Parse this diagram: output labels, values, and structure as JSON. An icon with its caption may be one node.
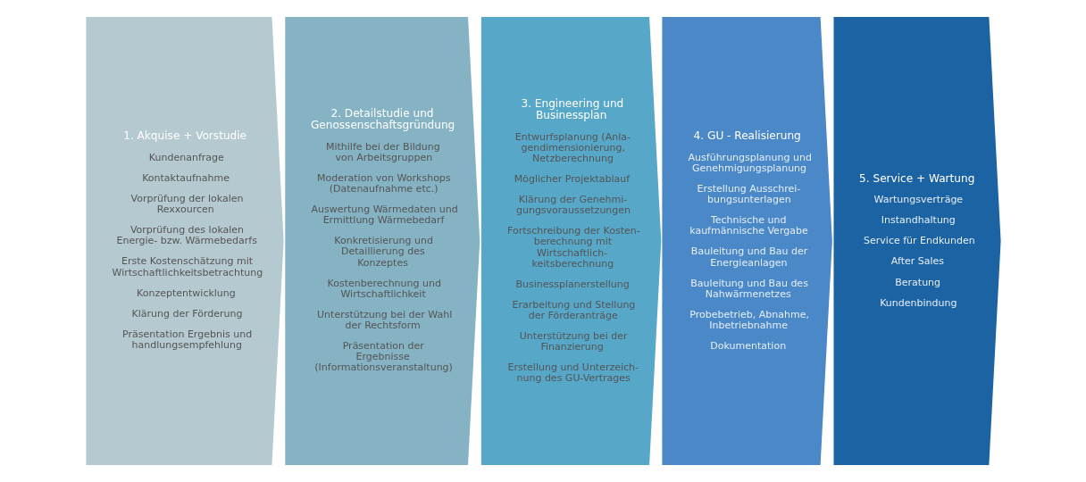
{
  "diagram": {
    "nodes": [
      {
        "text": [
          "1. Akquise + Vorstudie",
          "Kundenanfrage",
          "Kontaktaufnahme",
          "Vorprüfung der lokalen Rexxourcen",
          "Vorprüfung des lokalen Energie- bzw. Wärmebedarfs",
          "Erste Kostenschätzung mit Wirtschaftlichkeitsbetrachtung",
          "Konzeptentwicklung",
          "Klärung der Förderung",
          "Präsentation Ergebnis und handlungsempfehlung"
        ]
      },
      {
        "text": [
          "2. Detailstudie und Genossenschaftsgründung",
          "Mithilfe bei der Bildung von Arbeitsgruppen",
          "Moderation von Workshops (Datenaufnahme etc.)",
          "Auswertung Wärmedaten und Ermittlung Wärmebedarf",
          "Konkretisierung und Detaillierung des Konzeptes",
          "Kostenberechnung und Wirtschaftlichkeit",
          "Unterstützung bei der Wahl der Rechtsform",
          "Präsentation der Ergebnisse (Informationsveranstaltung)"
        ]
      },
      {
        "text": [
          "3. Engineering und Businessplan",
          "Entwurfsplanung (Anla- gendimensionierung, Netzberechnung",
          "Möglicher Projektablauf",
          "Klärung der Genehmi- gungsvoraussetzungen",
          "Fortschreibung der Kosten- berechnung mit Wirtschaftlich- keitsberechnung",
          "Businessplanerstellung",
          "Erarbeitung und Stellung der Förderanträge",
          "Unterstützung bei der Finanzierung",
          "Erstellung und Unterzeich- nung des GU-Vertrages"
        ]
      },
      {
        "text": [
          "4. GU - Realisierung",
          "Ausführungsplanung und Genehmigungsplanung",
          "Erstellung Ausschrei- bungsunterlagen",
          "Technische und kaufmännische Vergabe",
          "Bauleitung und Bau der Energieanlagen",
          "Bauleitung und Bau des Nahwärmenetzes",
          "Probebetrieb, Abnahme, Inbetriebnahme",
          "Dokumentation"
        ]
      },
      {
        "text": [
          "5. Service + Wartung",
          "Wartungsverträge",
          "Instandhaltung",
          "Service für Endkunden",
          "After Sales",
          "Beratung",
          "Kundenbindung"
        ]
      }
    ]
  }
}
